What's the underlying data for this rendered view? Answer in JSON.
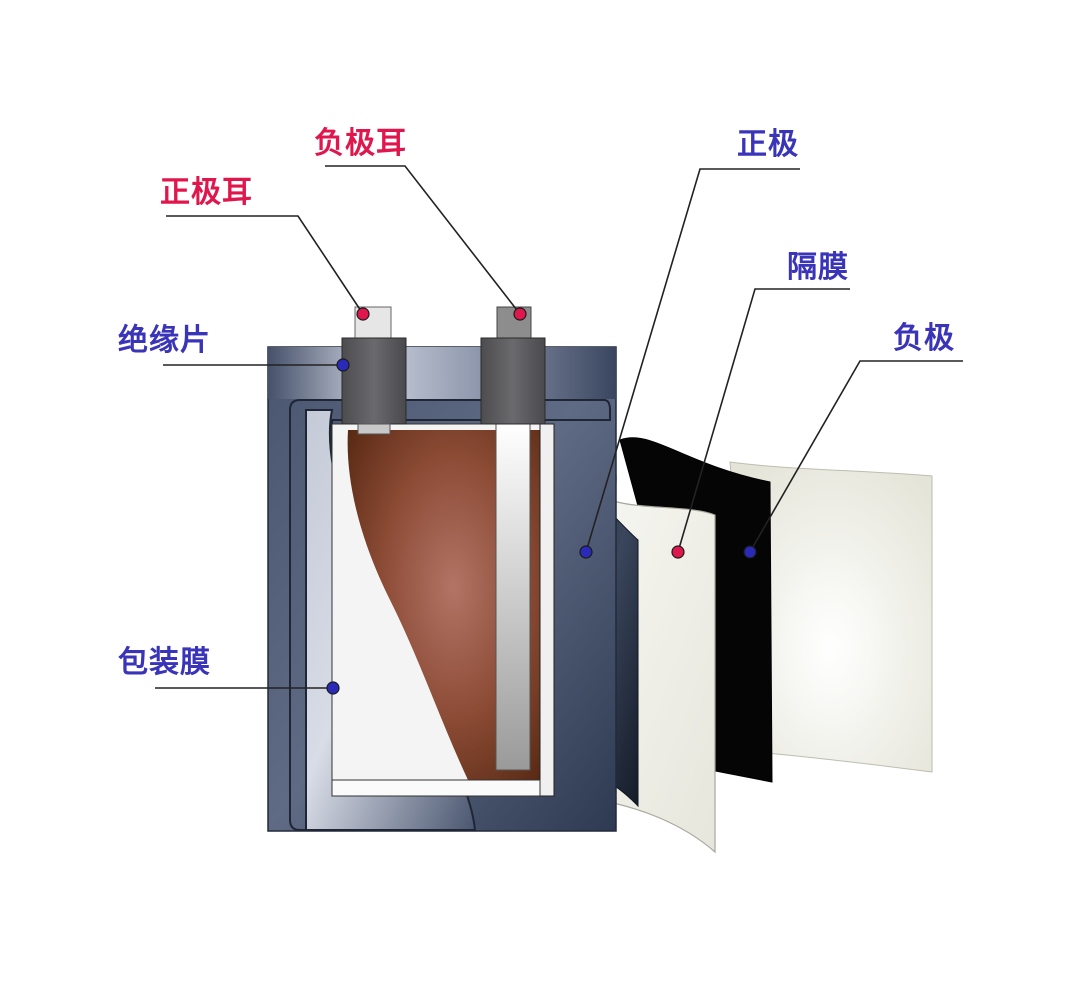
{
  "labels": {
    "negative_tab": "负极耳",
    "positive_tab": "正极耳",
    "insulator": "绝缘片",
    "pouch_film": "包装膜",
    "positive_electrode": "正极",
    "separator": "隔膜",
    "negative_electrode": "负极"
  },
  "colors": {
    "label_red": "#e0174d",
    "label_blue": "#3a34b8",
    "marker_red": "#e0174d",
    "marker_blue": "#2a2ab8",
    "casing": "#3b475f",
    "tab_block": "#58585b",
    "electrode_core": "#a05a48",
    "separator_sheet": "#f2f2ec",
    "negative_sheet": "#050505",
    "positive_sheet": "#2b3447"
  },
  "icons": {
    "leader_marker": "circle-dot"
  }
}
